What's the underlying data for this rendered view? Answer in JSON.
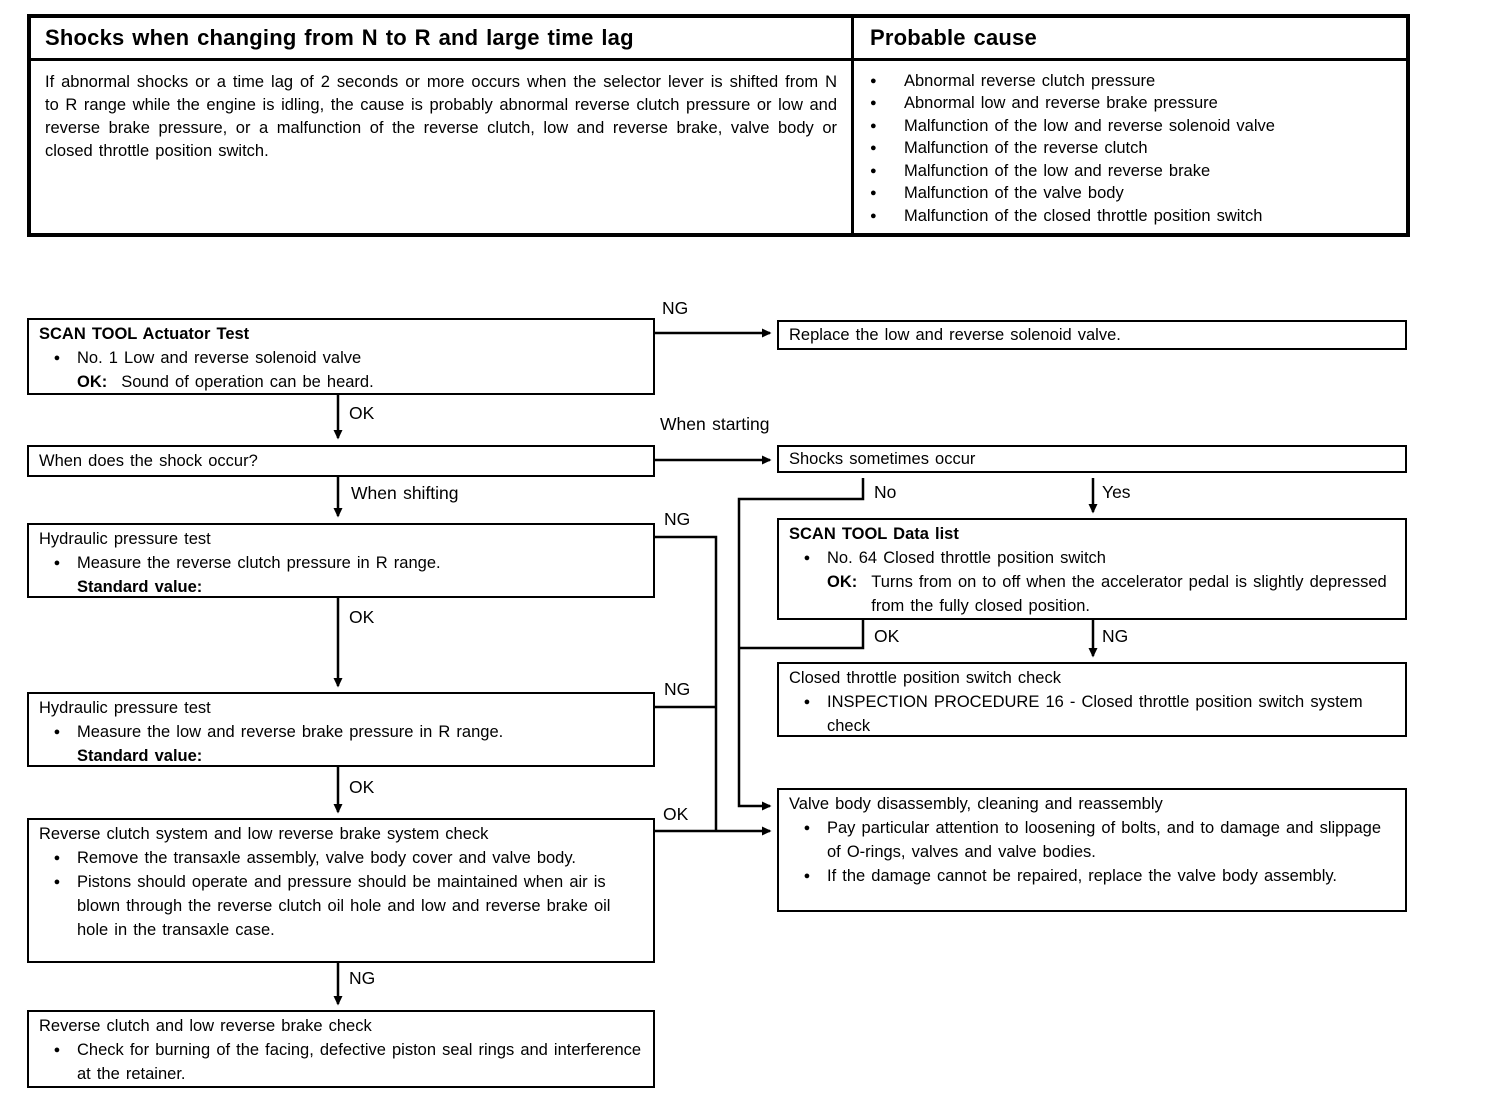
{
  "ui": {
    "bullet": "●"
  },
  "colors": {
    "ink": "#000000",
    "paper": "#ffffff"
  },
  "table": {
    "title": "Shocks when changing from N to R and large time lag",
    "cause_title": "Probable cause",
    "description": "If abnormal shocks or a time lag of 2 seconds or more occurs when the selector lever is shifted from N to R range while the engine is idling, the cause is probably abnormal reverse clutch pressure or low and reverse brake pressure, or a malfunction of the reverse clutch, low and reverse brake, valve body or closed throttle position switch.",
    "causes": [
      "Abnormal reverse clutch pressure",
      "Abnormal low and reverse brake pressure",
      "Malfunction of the low and reverse solenoid valve",
      "Malfunction of the reverse clutch",
      "Malfunction of the low and reverse brake",
      "Malfunction of the valve body",
      "Malfunction of the closed throttle position switch"
    ]
  },
  "flow": {
    "actuator_test": {
      "title": "SCAN TOOL Actuator Test",
      "item": "No. 1 Low and reverse solenoid valve",
      "ok_label": "OK:",
      "ok_text": "Sound of operation can be heard."
    },
    "replace_solenoid": {
      "text": "Replace the low and reverse solenoid valve."
    },
    "shock_question": {
      "text": "When does the shock occur?"
    },
    "shocks_sometimes": {
      "text": "Shocks sometimes occur"
    },
    "hydraulic_test_1": {
      "title": "Hydraulic pressure test",
      "item": "Measure the reverse clutch pressure in R range.",
      "standard_label": "Standard value:"
    },
    "hydraulic_test_2": {
      "title": "Hydraulic pressure test",
      "item": "Measure the low and reverse brake pressure in R range.",
      "standard_label": "Standard value:"
    },
    "scan_data_list": {
      "title": "SCAN TOOL Data list",
      "item": "No. 64 Closed throttle position switch",
      "ok_label": "OK:",
      "ok_text": "Turns from on to off when the accelerator pedal is slightly depressed from the fully closed position."
    },
    "ctps_check": {
      "title": "Closed throttle position switch check",
      "item": "INSPECTION PROCEDURE 16 - Closed throttle position switch system check"
    },
    "valve_body": {
      "title": "Valve body disassembly, cleaning and reassembly",
      "item1": "Pay particular attention to loosening of bolts, and to damage and slippage of O-rings, valves and valve bodies.",
      "item2": "If the damage cannot be repaired, replace the valve body assembly."
    },
    "rc_system_check": {
      "title": "Reverse clutch system and low reverse brake system check",
      "item1": "Remove the transaxle assembly, valve body cover and valve body.",
      "item2": "Pistons should operate and pressure should be maintained when air is blown through the reverse clutch oil hole and low and reverse brake oil hole in the transaxle case."
    },
    "rc_brake_check": {
      "title": "Reverse clutch and low reverse brake check",
      "item1": "Check for burning of the facing, defective piston seal rings and interference at the retainer."
    },
    "labels": {
      "ng_actuator": "NG",
      "ok_actuator": "OK",
      "when_starting": "When starting",
      "when_shifting": "When shifting",
      "ng_hydraulic1": "NG",
      "ok_hydraulic1": "OK",
      "ng_hydraulic2": "NG",
      "ok_hydraulic2": "OK",
      "ok_rc_system": "OK",
      "ng_rc_system": "NG",
      "no": "No",
      "yes": "Yes",
      "ok_scan_data": "OK",
      "ng_scan_data": "NG"
    }
  }
}
